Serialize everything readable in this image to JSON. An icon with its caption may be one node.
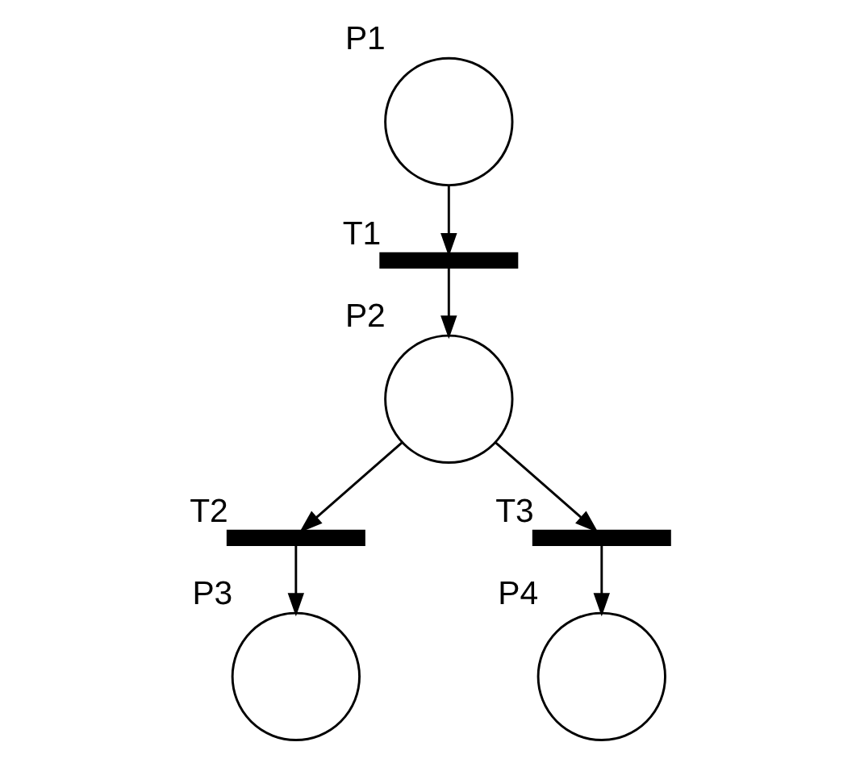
{
  "diagram": {
    "nodes": [
      {
        "text": [],
        "shape": "circle",
        "beside": [
          "P1"
        ]
      },
      {
        "text": [],
        "shape": "bar",
        "beside": [
          "T1"
        ]
      },
      {
        "text": [],
        "shape": "circle",
        "beside": [
          "P2"
        ]
      },
      {
        "text": [],
        "shape": "bar",
        "beside": [
          "T2"
        ]
      },
      {
        "text": [],
        "shape": "bar",
        "beside": [
          "T3"
        ]
      },
      {
        "text": [],
        "shape": "circle",
        "beside": [
          "P3"
        ]
      },
      {
        "text": [],
        "shape": "circle",
        "beside": [
          "P4"
        ]
      }
    ],
    "edges": [
      {
        "from": 0,
        "to": 1,
        "arrow": "to"
      },
      {
        "from": 1,
        "to": 2,
        "arrow": "to"
      },
      {
        "from": 2,
        "to": 3,
        "arrow": "to"
      },
      {
        "from": 2,
        "to": 4,
        "arrow": "to"
      },
      {
        "from": 3,
        "to": 5,
        "arrow": "to"
      },
      {
        "from": 4,
        "to": 6,
        "arrow": "to"
      }
    ]
  }
}
